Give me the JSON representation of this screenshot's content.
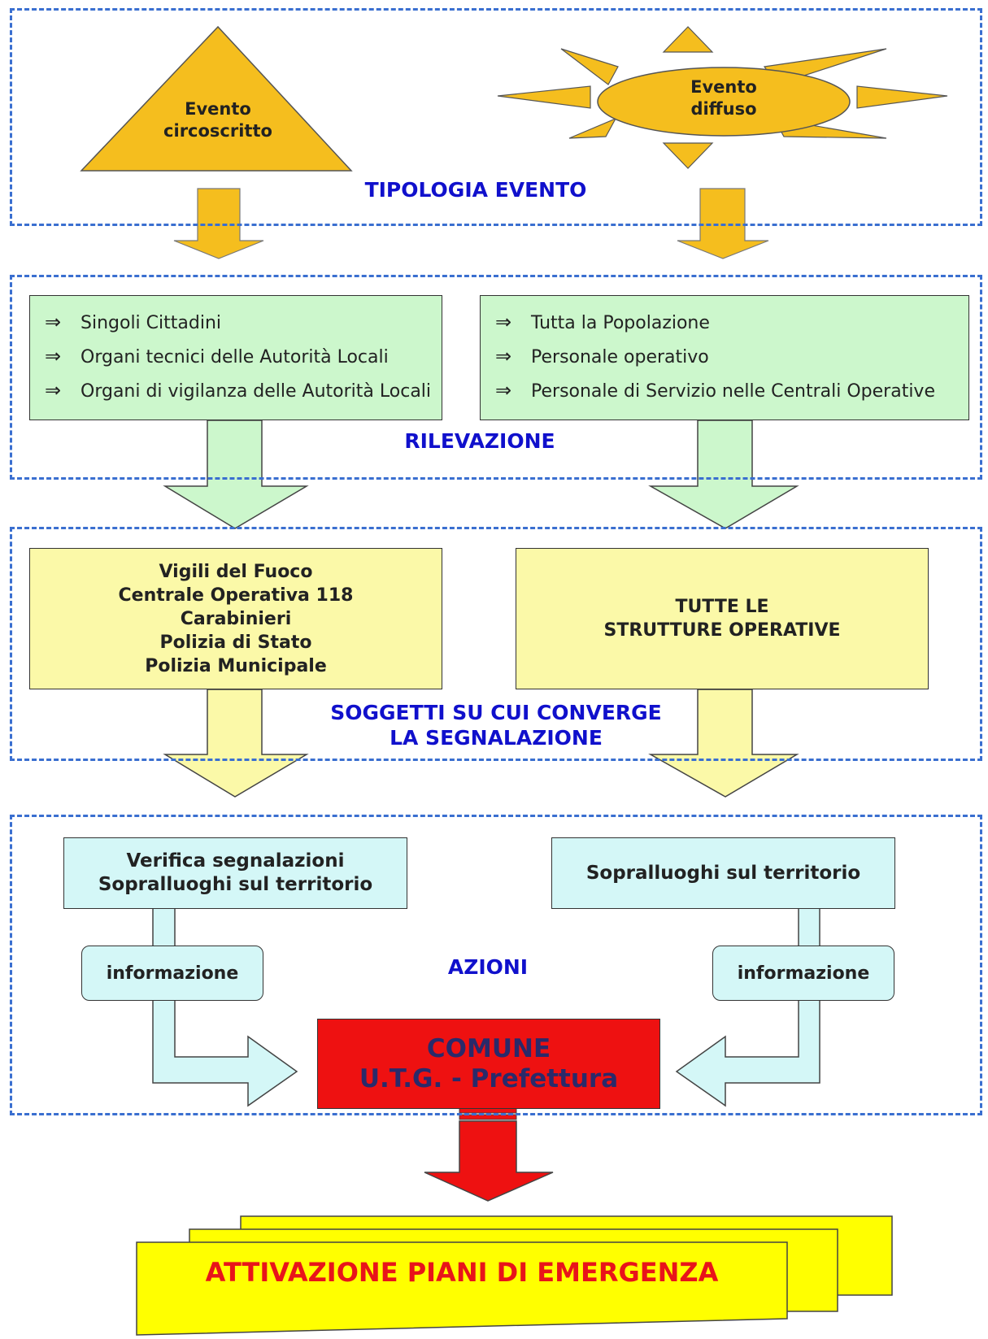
{
  "events": {
    "circoscritto": [
      "Evento",
      "circoscritto"
    ],
    "diffuso": [
      "Evento",
      "diffuso"
    ]
  },
  "sections": {
    "tipologia": "TIPOLOGIA EVENTO",
    "rilevazione": "RILEVAZIONE",
    "soggetti": [
      "SOGGETTI SU CUI CONVERGE",
      "LA SEGNALAZIONE"
    ],
    "azioni": "AZIONI"
  },
  "rilevazione": {
    "arrow_glyph": "⇒",
    "left": [
      "Singoli Cittadini",
      "Organi tecnici delle Autorità Locali",
      "Organi di vigilanza delle Autorità Locali"
    ],
    "right": [
      "Tutta la Popolazione",
      "Personale operativo",
      "Personale di Servizio nelle Centrali Operative"
    ]
  },
  "soggetti": {
    "left": [
      "Vigili del Fuoco",
      "Centrale Operativa 118",
      "Carabinieri",
      "Polizia di Stato",
      "Polizia Municipale"
    ],
    "right": [
      "TUTTE LE",
      "STRUTTURE OPERATIVE"
    ]
  },
  "azioni": {
    "left": [
      "Verifica segnalazioni",
      "Sopralluoghi sul territorio"
    ],
    "right": [
      "Sopralluoghi sul territorio"
    ],
    "info_left": "informazione",
    "info_right": "informazione",
    "center": [
      "COMUNE",
      "U.T.G. - Prefettura"
    ]
  },
  "final": "ATTIVAZIONE PIANI DI EMERGENZA",
  "colors": {
    "dash": "#3a6fd0",
    "label_blue": "#1010cc",
    "orange": "#f5be1e",
    "green": "#ccf7cc",
    "yellow": "#fbf9a8",
    "cyan": "#d4f7f7",
    "red": "#ee1111",
    "final_yellow": "#ffff00",
    "final_text": "#e8141a"
  }
}
